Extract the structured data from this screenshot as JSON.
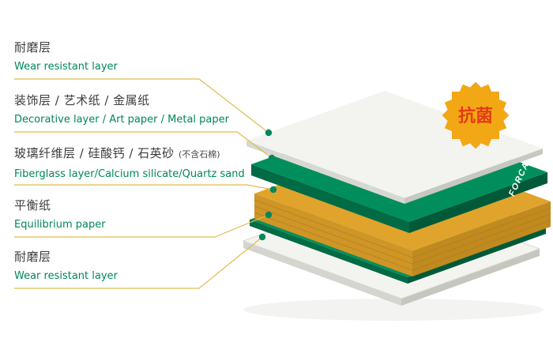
{
  "labels": [
    {
      "zh": "耐磨层",
      "en": "Wear resistant layer"
    },
    {
      "zh": "装饰层 / 艺术纸 / 金属纸",
      "en": "Decorative layer / Art paper / Metal paper"
    },
    {
      "zh": "玻璃纤维层 / 硅酸钙 / 石英砂 ",
      "note": "(不含石棉)",
      "en": "Fiberglass layer/Calcium silicate/Quartz sand"
    },
    {
      "zh": "平衡纸",
      "en": "Equilibrium paper"
    },
    {
      "zh": "耐磨层",
      "en": "Wear resistant layer"
    }
  ],
  "badge": {
    "label": "抗菌"
  },
  "brand": {
    "label": "FORCA"
  },
  "colors": {
    "label_chinese": "#3d3d3d",
    "label_english": "#00875a",
    "connector_line": "#e0bc4e",
    "layer_green": "#008f5c",
    "layer_green_side": "#006b44",
    "layer_core_yellow": "#e0a42c",
    "layer_core_yellow_side": "#c9922a",
    "layer_sheet_white": "#f3f3ef",
    "badge_background": "#f2a714",
    "badge_text": "#e23c17",
    "brand_text": "#ffffff"
  }
}
